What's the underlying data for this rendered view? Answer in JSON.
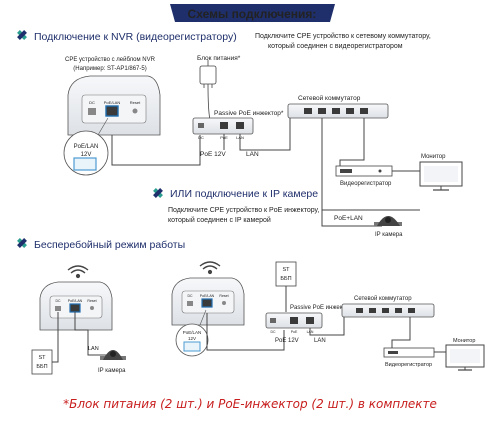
{
  "banner": {
    "title": "Схемы подключения:"
  },
  "colors": {
    "banner_bg": "#1f2f6b",
    "accent_teal": "#2a9d8f",
    "note_red": "#c81e1e",
    "device_fill": "#eef0f3"
  },
  "section1": {
    "title": "Подключение к NVR (видеорегистратору)",
    "description_line1": "Подключите CPE устройство к сетевому коммутатору,",
    "description_line2": "который соединен с видеорегистратором",
    "cpe_caption_line1": "CPE устройство с лейблом NVR",
    "cpe_caption_line2": "(Например: ST-AP1/867-5)",
    "port_dc": "DC",
    "port_poe_lan": "PoE/LAN",
    "port_reset": "Reset",
    "callout_poe_lan": "PoE/LAN",
    "callout_12v": "12V",
    "power_block": "Блок питания*",
    "injector_label": "Passive PoE инжектор*",
    "inj_dc": "DC",
    "inj_poe": "PoE",
    "inj_lan": "LAN",
    "poe12v": "PoE 12V",
    "lan": "LAN",
    "switch_label": "Сетевой коммутатор",
    "monitor_label": "Монитор",
    "nvr_label": "Видеорегистратор"
  },
  "section2": {
    "title": "ИЛИ подключение к IP камере",
    "description_line1": "Подключите CPE устройство к PoE инжектору,",
    "description_line2": "который соединен с IP камерой",
    "poe_lan": "PoE+LAN",
    "camera_label": "IP камера"
  },
  "section3": {
    "title": "Бесперебойный режим работы",
    "ups_top": "ST",
    "ups_bottom": "ББП",
    "poe_lan": "PoE/LAN",
    "v12": "12V",
    "lan": "LAN",
    "camera_label": "IP камера",
    "injector_label": "Passive PoE инжектор",
    "switch_label": "Сетевой коммутатор",
    "poe12v": "PoE 12V",
    "lan_right": "LAN",
    "monitor_label": "Монитор",
    "nvr_label": "Видеорегистратор",
    "port_dc": "DC",
    "port_poe_lan": "PoE/LAN",
    "port_reset": "Reset",
    "inj_dc": "DC",
    "inj_poe": "PoE",
    "inj_lan": "LAN"
  },
  "footnote": "*Блок питания (2 шт.) и PoE-инжектор (2 шт.) в комплекте"
}
